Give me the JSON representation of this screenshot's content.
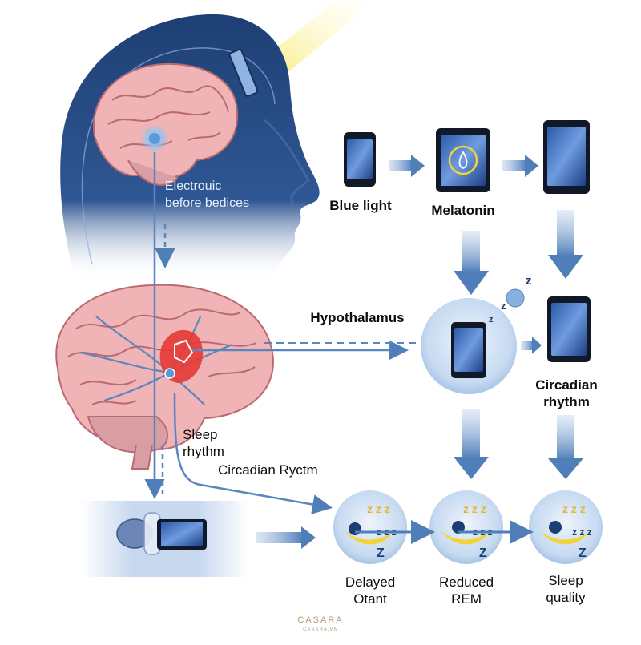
{
  "labels": {
    "electronic": [
      "Electrouic",
      "before bedices"
    ],
    "blue_light": "Blue light",
    "melatonin": "Melatonin",
    "hypothalamus": "Hypothalamus",
    "circadian_rhythm": [
      "Circadian",
      "rhythm"
    ],
    "sleep_rhythm": [
      "Sleep",
      "rhythm"
    ],
    "circadian_ryctm": "Circadian Ryctm",
    "delayed_otant": [
      "Delayed",
      "Otant"
    ],
    "reduced_rem": [
      "Reduced",
      "REM"
    ],
    "sleep_quality": [
      "Sleep",
      "quality"
    ]
  },
  "watermark": {
    "brand": "CASARA",
    "sub": "CASARA.VN"
  },
  "icons": [
    "head-silhouette-icon",
    "brain-icon",
    "hypothalamus-icon",
    "phone-icon",
    "tablet-icon",
    "melatonin-drop-icon",
    "sleep-z-icon",
    "light-beam-icon"
  ],
  "colors": {
    "head": "#23467e",
    "arrow": "#5b86bd",
    "brain": "#f2b8b8",
    "hypothalamus": "#e53935",
    "circle": "#cfe0f4",
    "sleep_yellow": "#f2d43a"
  }
}
